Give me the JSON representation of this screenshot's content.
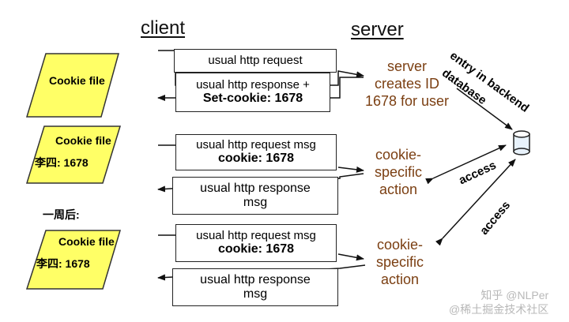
{
  "headers": {
    "client": "client",
    "server": "server"
  },
  "client": {
    "file1": {
      "title": "Cookie file",
      "line": ""
    },
    "file2": {
      "title": "Cookie file",
      "line": "李四: 1678"
    },
    "file3": {
      "title": "Cookie file",
      "line": "李四: 1678"
    },
    "later_label": "一周后:"
  },
  "messages": {
    "req1": [
      "usual http request"
    ],
    "resp1": [
      "usual http response +",
      "Set-cookie: 1678"
    ],
    "req2": [
      "usual http request msg",
      "cookie: 1678"
    ],
    "resp2": [
      "usual http response",
      "msg"
    ],
    "req3": [
      "usual http request msg",
      "cookie: 1678"
    ],
    "resp3": [
      "usual http response",
      "msg"
    ]
  },
  "server": {
    "note1": [
      "server",
      "creates ID",
      "1678 for user"
    ],
    "note2": [
      "cookie-",
      "specific",
      "action"
    ],
    "note3": [
      "cookie-",
      "specific",
      "action"
    ],
    "backend": [
      "entry in backend",
      "database"
    ],
    "access1": "access",
    "access2": "access"
  },
  "watermark": "知乎 @NLPer\n@稀土掘金技术社区",
  "colors": {
    "file_fill": "#ffff66",
    "server_text": "#7b3f12"
  }
}
